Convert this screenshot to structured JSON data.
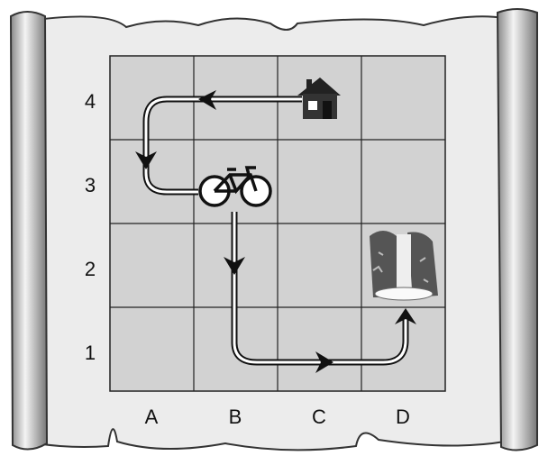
{
  "rows": [
    "4",
    "3",
    "2",
    "1"
  ],
  "columns": [
    "A",
    "B",
    "C",
    "D"
  ],
  "landmarks": [
    {
      "name": "house",
      "cell": "C4"
    },
    {
      "name": "bicycle",
      "cell": "B3"
    },
    {
      "name": "waterfall",
      "cell": "D2"
    }
  ],
  "route": [
    "C4",
    "A4",
    "A3",
    "B3",
    "B2",
    "B1",
    "C1",
    "D1",
    "D2"
  ],
  "colors": {
    "parchment": "#d6d6d6",
    "grid": "#222222",
    "scroll": "#e8e8e8"
  }
}
